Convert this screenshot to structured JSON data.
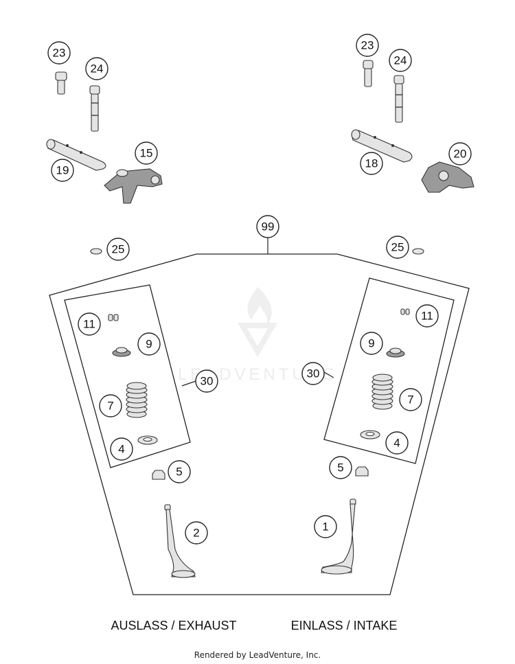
{
  "callouts": {
    "p23_left": "23",
    "p24_left": "24",
    "p19": "19",
    "p15": "15",
    "p23_right": "23",
    "p24_right": "24",
    "p18": "18",
    "p20": "20",
    "p99": "99",
    "p25_left": "25",
    "p25_right": "25",
    "p11_left": "11",
    "p9_left": "9",
    "p30_left": "30",
    "p7_left": "7",
    "p4_left": "4",
    "p5_left": "5",
    "p2": "2",
    "p11_right": "11",
    "p9_right": "9",
    "p30_right": "30",
    "p7_right": "7",
    "p4_right": "4",
    "p5_right": "5",
    "p1": "1"
  },
  "captions": {
    "exhaust": "AUSLASS / EXHAUST",
    "intake": "EINLASS / INTAKE"
  },
  "watermark": "LEADVENTURE",
  "footer": "Rendered by LeadVenture, Inc."
}
